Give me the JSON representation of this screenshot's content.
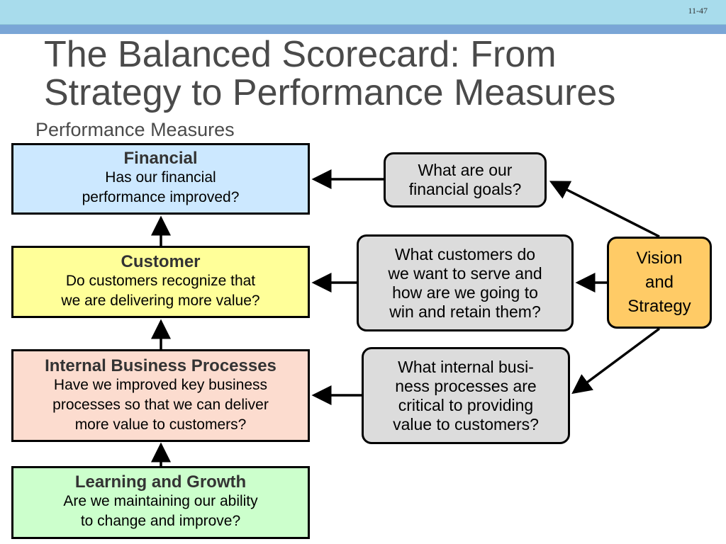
{
  "slide_number": "11-47",
  "title_line1": "The Balanced Scorecard:  From",
  "title_line2": "Strategy to Performance Measures",
  "subtitle": "Performance Measures",
  "perspectives": [
    {
      "heading": "Financial",
      "body": [
        "Has our financial",
        "performance improved?"
      ],
      "color": "#cce8ff"
    },
    {
      "heading": "Customer",
      "body": [
        "Do customers recognize that",
        "we are delivering more value?"
      ],
      "color": "#ffff99"
    },
    {
      "heading": "Internal Business Processes",
      "body": [
        "Have we improved key business",
        "processes so that we can deliver",
        "more value to customers?"
      ],
      "color": "#fcdccf"
    },
    {
      "heading": "Learning and Growth",
      "body": [
        "Are we maintaining our ability",
        "to change and improve?"
      ],
      "color": "#ccffcc"
    }
  ],
  "questions": [
    [
      "What are our",
      "financial goals?"
    ],
    [
      "What customers do",
      "we want to serve and",
      "how are we going to",
      "win and retain them?"
    ],
    [
      "What internal busi-",
      "ness processes are",
      "critical to providing",
      "value to customers?"
    ]
  ],
  "vision": [
    "Vision",
    "and",
    "Strategy"
  ],
  "colors": {
    "question_fill": "#dcdcdc",
    "vision_fill": "#ffcb66",
    "top_bar": "#a8dcec",
    "accent_bar": "#7aa6d6"
  }
}
